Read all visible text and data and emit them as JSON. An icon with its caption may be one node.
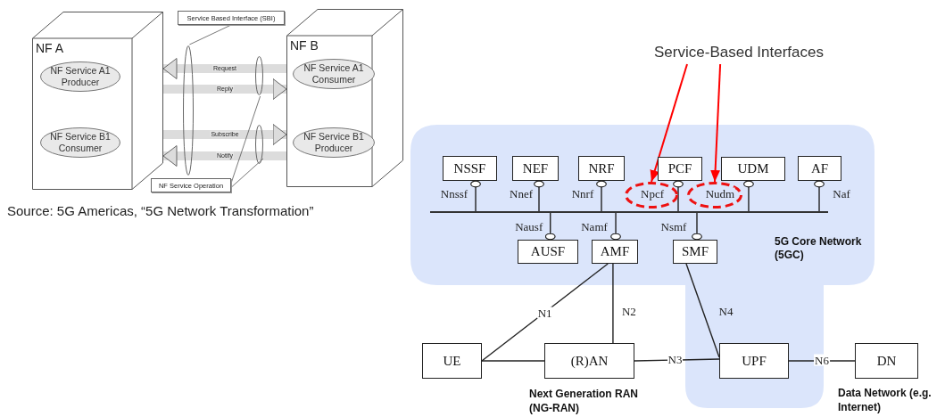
{
  "diagram": {
    "nodes": [
      {
        "text": [
          "NF A"
        ]
      },
      {
        "text": [
          "NF Service A1 Producer"
        ],
        "in": 0
      },
      {
        "text": [
          "NF Service B1 Consumer"
        ],
        "in": 0
      },
      {
        "text": [
          "NF B"
        ]
      },
      {
        "text": [
          "NF Service A1 Consumer"
        ],
        "in": 3
      },
      {
        "text": [
          "NF Service B1 Producer"
        ],
        "in": 3
      },
      {
        "text": [
          "Service Based Interface (SBI)"
        ]
      },
      {
        "text": [
          "NF Service Operation"
        ]
      },
      {
        "text": [],
        "shape": "ellipse"
      },
      {
        "text": [],
        "shape": "ellipse"
      },
      {
        "text": [],
        "shape": "ellipse"
      },
      {
        "text": [
          "Service-Based Interfaces"
        ]
      },
      {
        "text": [
          "5G Core Network (5GC)"
        ]
      },
      {
        "text": [
          "NSSF"
        ],
        "in": 12
      },
      {
        "text": [
          "NEF"
        ],
        "in": 12
      },
      {
        "text": [
          "NRF"
        ],
        "in": 12
      },
      {
        "text": [
          "PCF"
        ],
        "in": 12
      },
      {
        "text": [
          "UDM"
        ],
        "in": 12
      },
      {
        "text": [
          "AF"
        ],
        "in": 12
      },
      {
        "text": [],
        "shape": "ellipse",
        "in": 12
      },
      {
        "text": [],
        "shape": "ellipse",
        "in": 12
      },
      {
        "text": [],
        "shape": "bar",
        "in": 12
      },
      {
        "text": [
          "AUSF"
        ],
        "in": 12
      },
      {
        "text": [
          "AMF"
        ],
        "in": 12
      },
      {
        "text": [
          "SMF"
        ],
        "in": 12
      },
      {
        "text": [
          "UE"
        ]
      },
      {
        "text": [
          "(R)AN"
        ],
        "beside": [
          "Next Generation RAN (NG-RAN)"
        ]
      },
      {
        "text": [
          "UPF"
        ],
        "in": 12
      },
      {
        "text": [
          "DN"
        ],
        "beside": [
          "Data Network (e.g. Internet)"
        ]
      }
    ],
    "edges": [
      {
        "from": 3,
        "to": 0,
        "arrow": "to",
        "label": "Request",
        "style": "thick",
        "color": "#dcdcdc"
      },
      {
        "from": 0,
        "to": 3,
        "arrow": "to",
        "label": "Reply",
        "style": "thick",
        "color": "#dcdcdc"
      },
      {
        "from": 0,
        "to": 3,
        "arrow": "to",
        "label": "Subscribe",
        "style": "thick",
        "color": "#dcdcdc"
      },
      {
        "from": 3,
        "to": 0,
        "arrow": "to",
        "label": "Notify",
        "style": "thick",
        "color": "#dcdcdc"
      },
      {
        "from": 6,
        "to": 8,
        "arrow": "none"
      },
      {
        "from": 7,
        "to": 9,
        "arrow": "none"
      },
      {
        "from": 7,
        "to": 10,
        "arrow": "none"
      },
      {
        "from": 11,
        "to": 19,
        "arrow": "to",
        "color": "#ff0000"
      },
      {
        "from": 11,
        "to": 20,
        "arrow": "to",
        "color": "#ff0000"
      },
      {
        "from": 13,
        "to": 21,
        "arrow": "other",
        "label": "Nnssf"
      },
      {
        "from": 14,
        "to": 21,
        "arrow": "other",
        "label": "Nnef"
      },
      {
        "from": 15,
        "to": 21,
        "arrow": "other",
        "label": "Nnrf"
      },
      {
        "from": 16,
        "to": 21,
        "arrow": "other",
        "label": "Npcf"
      },
      {
        "from": 17,
        "to": 21,
        "arrow": "other",
        "label": "Nudm"
      },
      {
        "from": 18,
        "to": 21,
        "arrow": "other",
        "label": "Naf"
      },
      {
        "from": 22,
        "to": 21,
        "arrow": "other",
        "label": "Nausf"
      },
      {
        "from": 23,
        "to": 21,
        "arrow": "other",
        "label": "Namf"
      },
      {
        "from": 24,
        "to": 21,
        "arrow": "other",
        "label": "Nsmf"
      },
      {
        "from": 23,
        "to": 25,
        "arrow": "none",
        "label": "N1"
      },
      {
        "from": 23,
        "to": 26,
        "arrow": "none",
        "label": "N2"
      },
      {
        "from": 25,
        "to": 26,
        "arrow": "none"
      },
      {
        "from": 26,
        "to": 27,
        "arrow": "none",
        "label": "N3"
      },
      {
        "from": 24,
        "to": 27,
        "arrow": "none",
        "label": "N4"
      },
      {
        "from": 27,
        "to": 28,
        "arrow": "none",
        "label": "N6"
      }
    ],
    "labels": [
      "Source: 5G Americas, “5G Network Transformation”"
    ]
  }
}
